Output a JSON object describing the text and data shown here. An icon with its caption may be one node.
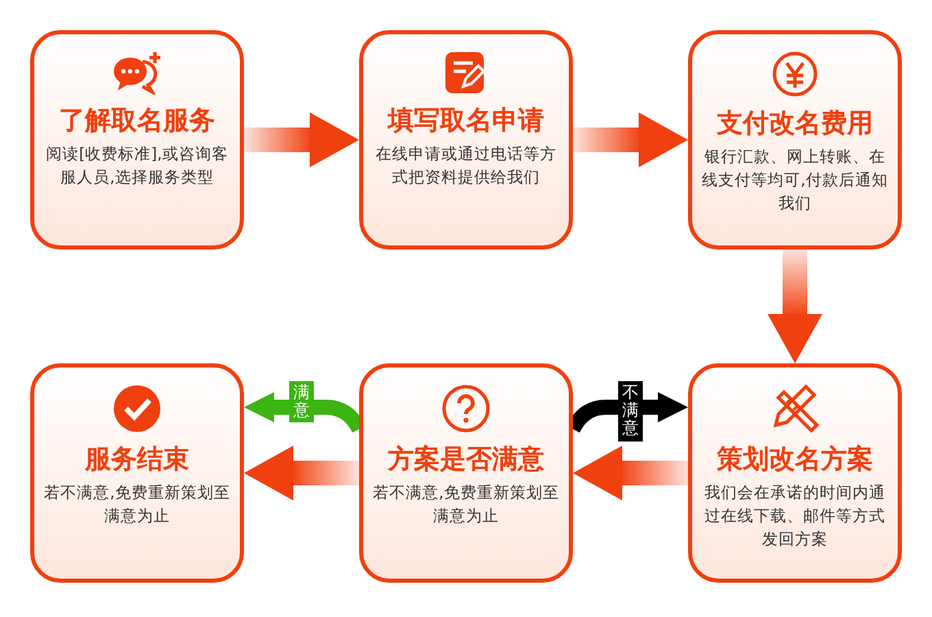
{
  "diagram": {
    "nodes": [
      {
        "text": [
          "了解取名服务",
          "阅读[收费标准],或咨询客服人员,选择服务类型"
        ]
      },
      {
        "text": [
          "填写取名申请",
          "在线申请或通过电话等方式把资料提供给我们"
        ]
      },
      {
        "text": [
          "支付改名费用",
          "银行汇款、网上转账、在线支付等均可,付款后通知我们"
        ]
      },
      {
        "text": [
          "服务结束",
          "若不满意,免费重新策划至满意为止"
        ]
      },
      {
        "text": [
          "方案是否满意",
          "若不满意,免费重新策划至满意为止"
        ]
      },
      {
        "text": [
          "策划改名方案",
          "我们会在承诺的时间内通过在线下载、邮件等方式发回方案"
        ]
      }
    ],
    "edges": [
      {
        "from": 0,
        "to": 1,
        "arrow": "to",
        "style": "thick"
      },
      {
        "from": 1,
        "to": 2,
        "arrow": "to",
        "style": "thick"
      },
      {
        "from": 2,
        "to": 5,
        "arrow": "to",
        "style": "thick"
      },
      {
        "from": 5,
        "to": 4,
        "arrow": "to",
        "style": "thick"
      },
      {
        "from": 4,
        "to": 3,
        "arrow": "to",
        "style": "thick"
      },
      {
        "from": 4,
        "to": 3,
        "arrow": "to",
        "label": "满意",
        "color": "#3cb412"
      },
      {
        "from": 4,
        "to": 5,
        "arrow": "to",
        "label": "不满意",
        "color": "#000000"
      }
    ]
  }
}
